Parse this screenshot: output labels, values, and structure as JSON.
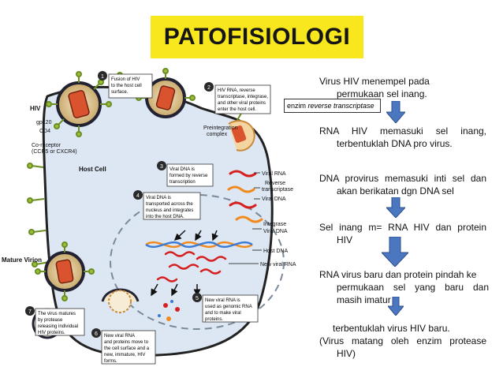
{
  "title": "PATOFISIOLOGI",
  "steps": {
    "s1": {
      "line1": "Virus HIV  menempel pada",
      "line2": "permukaan sel inang."
    },
    "enzyme": {
      "prefix": "enzim ",
      "name": "reverse  transcriptase"
    },
    "s2": {
      "line1": "RNA    HIV    memasuki    sel    inang,",
      "line2": "terbentuklah  DNA pro virus."
    },
    "s3": {
      "line1": "DNA  provirus  memasuki  inti  sel dan",
      "line2": "akan berikatan dgn DNA sel"
    },
    "s4": {
      "line1": "Sel  inang  m=  RNA  HIV  dan  protein",
      "line2": "HIV"
    },
    "s5": {
      "line1": "RNA virus baru dan protein pindah ke",
      "line2": "permukaan  sel  yang  baru  dan",
      "line3": "masih imatur"
    },
    "s6": {
      "line1": "terbentuklah virus HIV baru.",
      "line2": "(Virus  matang  oleh  enzim  protease",
      "line3": "HIV)"
    }
  },
  "diagram": {
    "labels": {
      "hiv": "HIV",
      "gp120": "gp120",
      "cd4": "CD4",
      "coreceptor1": "Co-receptor",
      "coreceptor2": "(CCR5 or CXCR4)",
      "host_cell": "Host Cell",
      "mature_virion": "Mature Virion",
      "preintegration1": "Preintegration",
      "preintegration2": "complex",
      "viral_rna": "Viral RNA",
      "reverse": "Reverse",
      "transcriptase": "transcriptase",
      "viral_dna": "Viral DNA",
      "integrase": "Integrase",
      "viral_dna2": "Viral DNA",
      "host_dna": "Host DNA",
      "new_viral_rna": "New viral RNA"
    },
    "callouts": {
      "c1": {
        "num": "1",
        "l1": "Fusion of HIV",
        "l2": "to the host cell",
        "l3": "surface."
      },
      "c2": {
        "num": "2",
        "l1": "HIV RNA, reverse",
        "l2": "transcriptase, integrase,",
        "l3": "and other viral proteins",
        "l4": "enter the host cell."
      },
      "c3": {
        "num": "3",
        "l1": "Viral DNA is",
        "l2": "formed by reverse",
        "l3": "transcription"
      },
      "c4": {
        "num": "4",
        "l1": "Viral DNA is",
        "l2": "transported across the",
        "l3": "nucleus and integrates",
        "l4": "into the host DNA."
      },
      "c5": {
        "num": "5",
        "l1": "New viral RNA is",
        "l2": "used as genomic RNA",
        "l3": "and to make viral",
        "l4": "proteins."
      },
      "c6": {
        "num": "6",
        "l1": "New viral RNA",
        "l2": "and proteins move to",
        "l3": "the cell surface and a",
        "l4": "new, immature, HIV",
        "l5": "forms."
      },
      "c7": {
        "num": "7",
        "l1": "The virus matures",
        "l2": "by protease",
        "l3": "releasing individual",
        "l4": "HIV proteins."
      }
    }
  },
  "colors": {
    "title_bg": "#f7e71c",
    "arrow": "#4a77c0",
    "cell_fill": "#dde7f3",
    "cell_border": "#222222",
    "rna": "#d62020",
    "dna": "#f08a1c"
  }
}
